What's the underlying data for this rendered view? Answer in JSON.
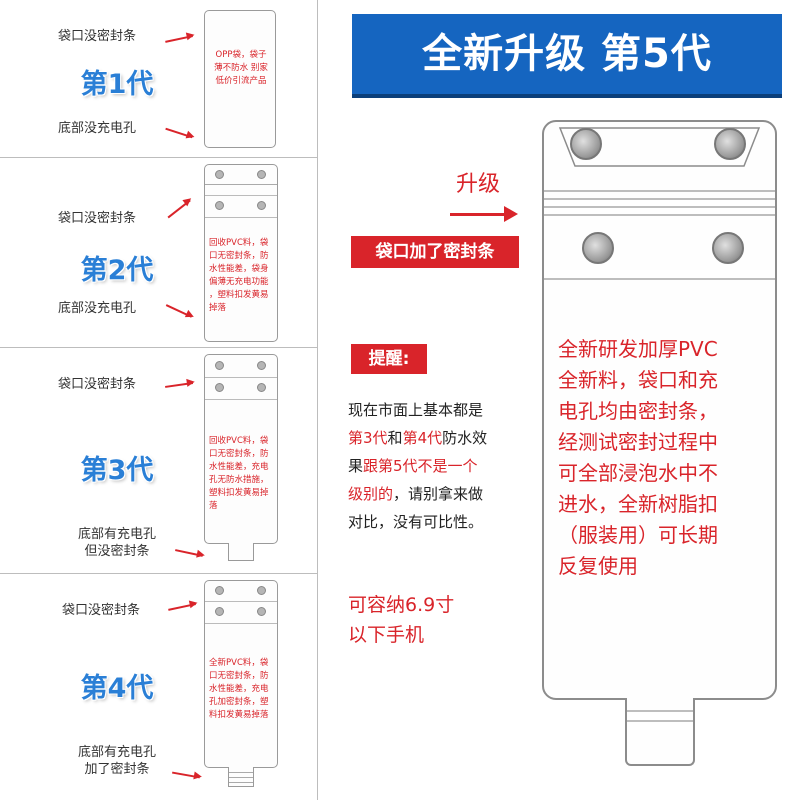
{
  "left": {
    "gen1": {
      "title": "第1代",
      "note_top": "袋口没密封条",
      "note_bottom": "底部没充电孔",
      "pouch_lines": [
        "OPP袋，袋子",
        "薄不防水 别家",
        "低价引流产品"
      ]
    },
    "gen2": {
      "title": "第2代",
      "note_top": "袋口没密封条",
      "note_bottom": "底部没充电孔",
      "pouch_lines": [
        "回收PVC料，袋",
        "口无密封条，防",
        "水性能差，袋身",
        "偏薄无充电功能",
        "，塑料扣发黄易",
        "掉落"
      ]
    },
    "gen3": {
      "title": "第3代",
      "note_top": "袋口没密封条",
      "note_bottom_1": "底部有充电孔",
      "note_bottom_2": "但没密封条",
      "pouch_lines": [
        "回收PVC料，袋",
        "口无密封条，防",
        "水性能差，充电",
        "孔无防水措施，",
        "塑料扣发黄易掉",
        "落"
      ]
    },
    "gen4": {
      "title": "第4代",
      "note_top": "袋口没密封条",
      "note_bottom_1": "底部有充电孔",
      "note_bottom_2": "加了密封条",
      "pouch_lines": [
        "全新PVC料，袋",
        "口无密封条，防",
        "水性能差，充电",
        "孔加密封条，塑",
        "料扣发黄易掉落"
      ]
    }
  },
  "right": {
    "banner": "全新升级 第5代",
    "upgrade": "升级",
    "seal_label": "袋口加了密封条",
    "reminder_label": "提醒:",
    "reminder": {
      "line1": "现在市面上基本都是",
      "gen3": "第3代",
      "and": "和",
      "gen4": "第4代",
      "tail": "防水效",
      "line3a": "果",
      "line3b": "跟第5代不是一个",
      "line4a": "级别的",
      "line4b": "，请别拿来做",
      "line5": "对比，没有可比性。"
    },
    "capacity": [
      "可容纳6.9寸",
      "以下手机"
    ],
    "description": [
      "全新研发加厚PVC",
      "全新料，袋口和充",
      "电孔均由密封条，",
      "经测试密封过程中",
      "可全部浸泡水中不",
      "进水，全新树脂扣",
      "（服装用）可长期",
      "反复使用"
    ]
  },
  "colors": {
    "accent_red": "#d9242a",
    "banner_blue": "#1565c0",
    "gen_title_blue": "#2a7fd6"
  }
}
